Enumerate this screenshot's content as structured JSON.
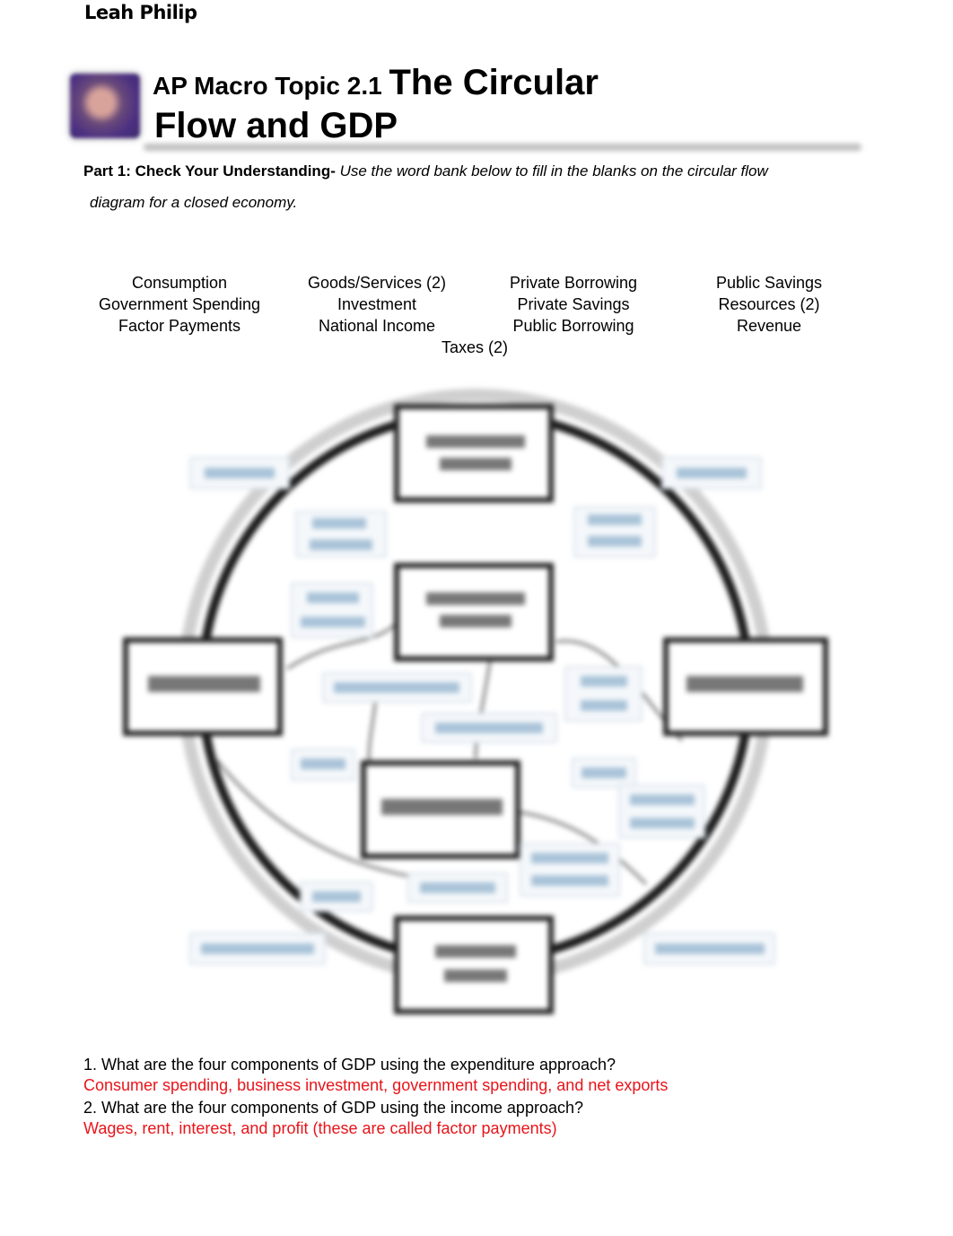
{
  "author": "Leah Philip",
  "title": {
    "prefix": "AP Macro Topic 2.1 ",
    "main_a": "The Circular",
    "main_b": "Flow and GDP"
  },
  "part1": {
    "label": "Part 1: Check Your Understanding-",
    "instruction_a": " Use the word bank below to fill in the blanks on the circular flow",
    "instruction_b": "diagram for a closed economy."
  },
  "word_bank": {
    "col1": [
      "Consumption",
      "Government Spending",
      "Factor Payments"
    ],
    "col2": [
      "Goods/Services (2)",
      "Investment",
      "National Income"
    ],
    "col3": [
      "Private Borrowing",
      "Private Savings",
      "Public Borrowing"
    ],
    "col4": [
      "Public Savings",
      "Resources (2)",
      "Revenue"
    ],
    "last": "Taxes (2)"
  },
  "questions": [
    {
      "q": "1. What are the four components of GDP using the expenditure approach?",
      "a": "Consumer spending, business investment, government spending, and net exports"
    },
    {
      "q": "2. What are the four components of GDP using the income approach?",
      "a": "Wages, rent, interest, and profit (these are called factor payments)"
    }
  ],
  "colors": {
    "answer": "#e8141a",
    "blank_text": "#7aa6c8"
  }
}
